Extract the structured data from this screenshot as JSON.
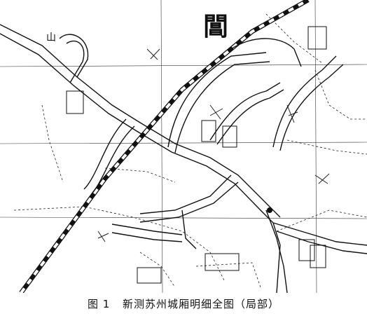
{
  "caption": {
    "fig_no": "图 1",
    "title": "新测苏州城厢明细全图（局部）"
  },
  "map": {
    "labels": {
      "shan": "山",
      "chang": "閶"
    }
  }
}
